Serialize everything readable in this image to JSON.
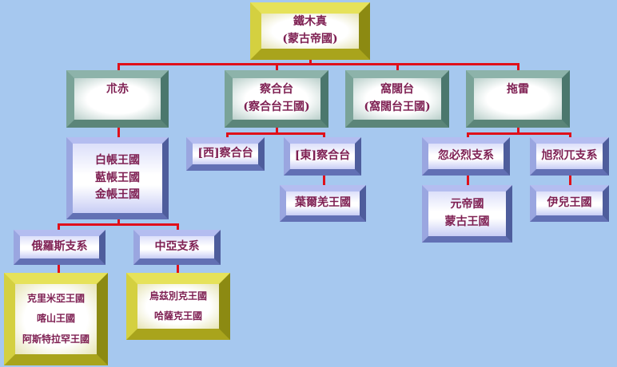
{
  "root": {
    "line1": "鐵木真",
    "line2": "(蒙古帝國)"
  },
  "level1": [
    {
      "line1": "朮赤"
    },
    {
      "line1": "察合台",
      "line2": "(察合台王國)"
    },
    {
      "line1": "窩闊台",
      "line2": "(窩闊台王國)"
    },
    {
      "line1": "拖雷"
    }
  ],
  "jochi": {
    "khanates": [
      "白帳王國",
      "藍帳王國",
      "金帳王國"
    ],
    "branches": [
      "俄羅斯支系",
      "中亞支系"
    ],
    "russia": [
      "克里米亞王國",
      "喀山王國",
      "阿斯特拉罕王國"
    ],
    "central_asia": [
      "烏茲別克王國",
      "哈薩克王國"
    ]
  },
  "chagatai": {
    "west": "[西]察合台",
    "east": "[東]察合台",
    "yarkand": "葉爾羌王國"
  },
  "tolui": {
    "kublai": "忽必烈支系",
    "hulagu": "旭烈兀支系",
    "yuan": [
      "元帝國",
      "蒙古王國"
    ],
    "ilkhanate": "伊兒王國"
  }
}
